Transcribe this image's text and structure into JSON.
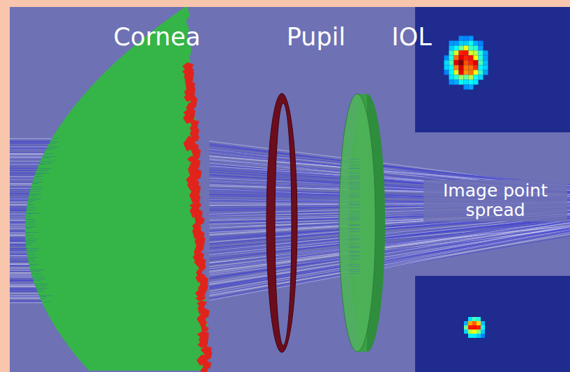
{
  "diagram": {
    "labels": [
      "Cornea",
      "Pupil",
      "IOL",
      "Image point spread"
    ]
  }
}
